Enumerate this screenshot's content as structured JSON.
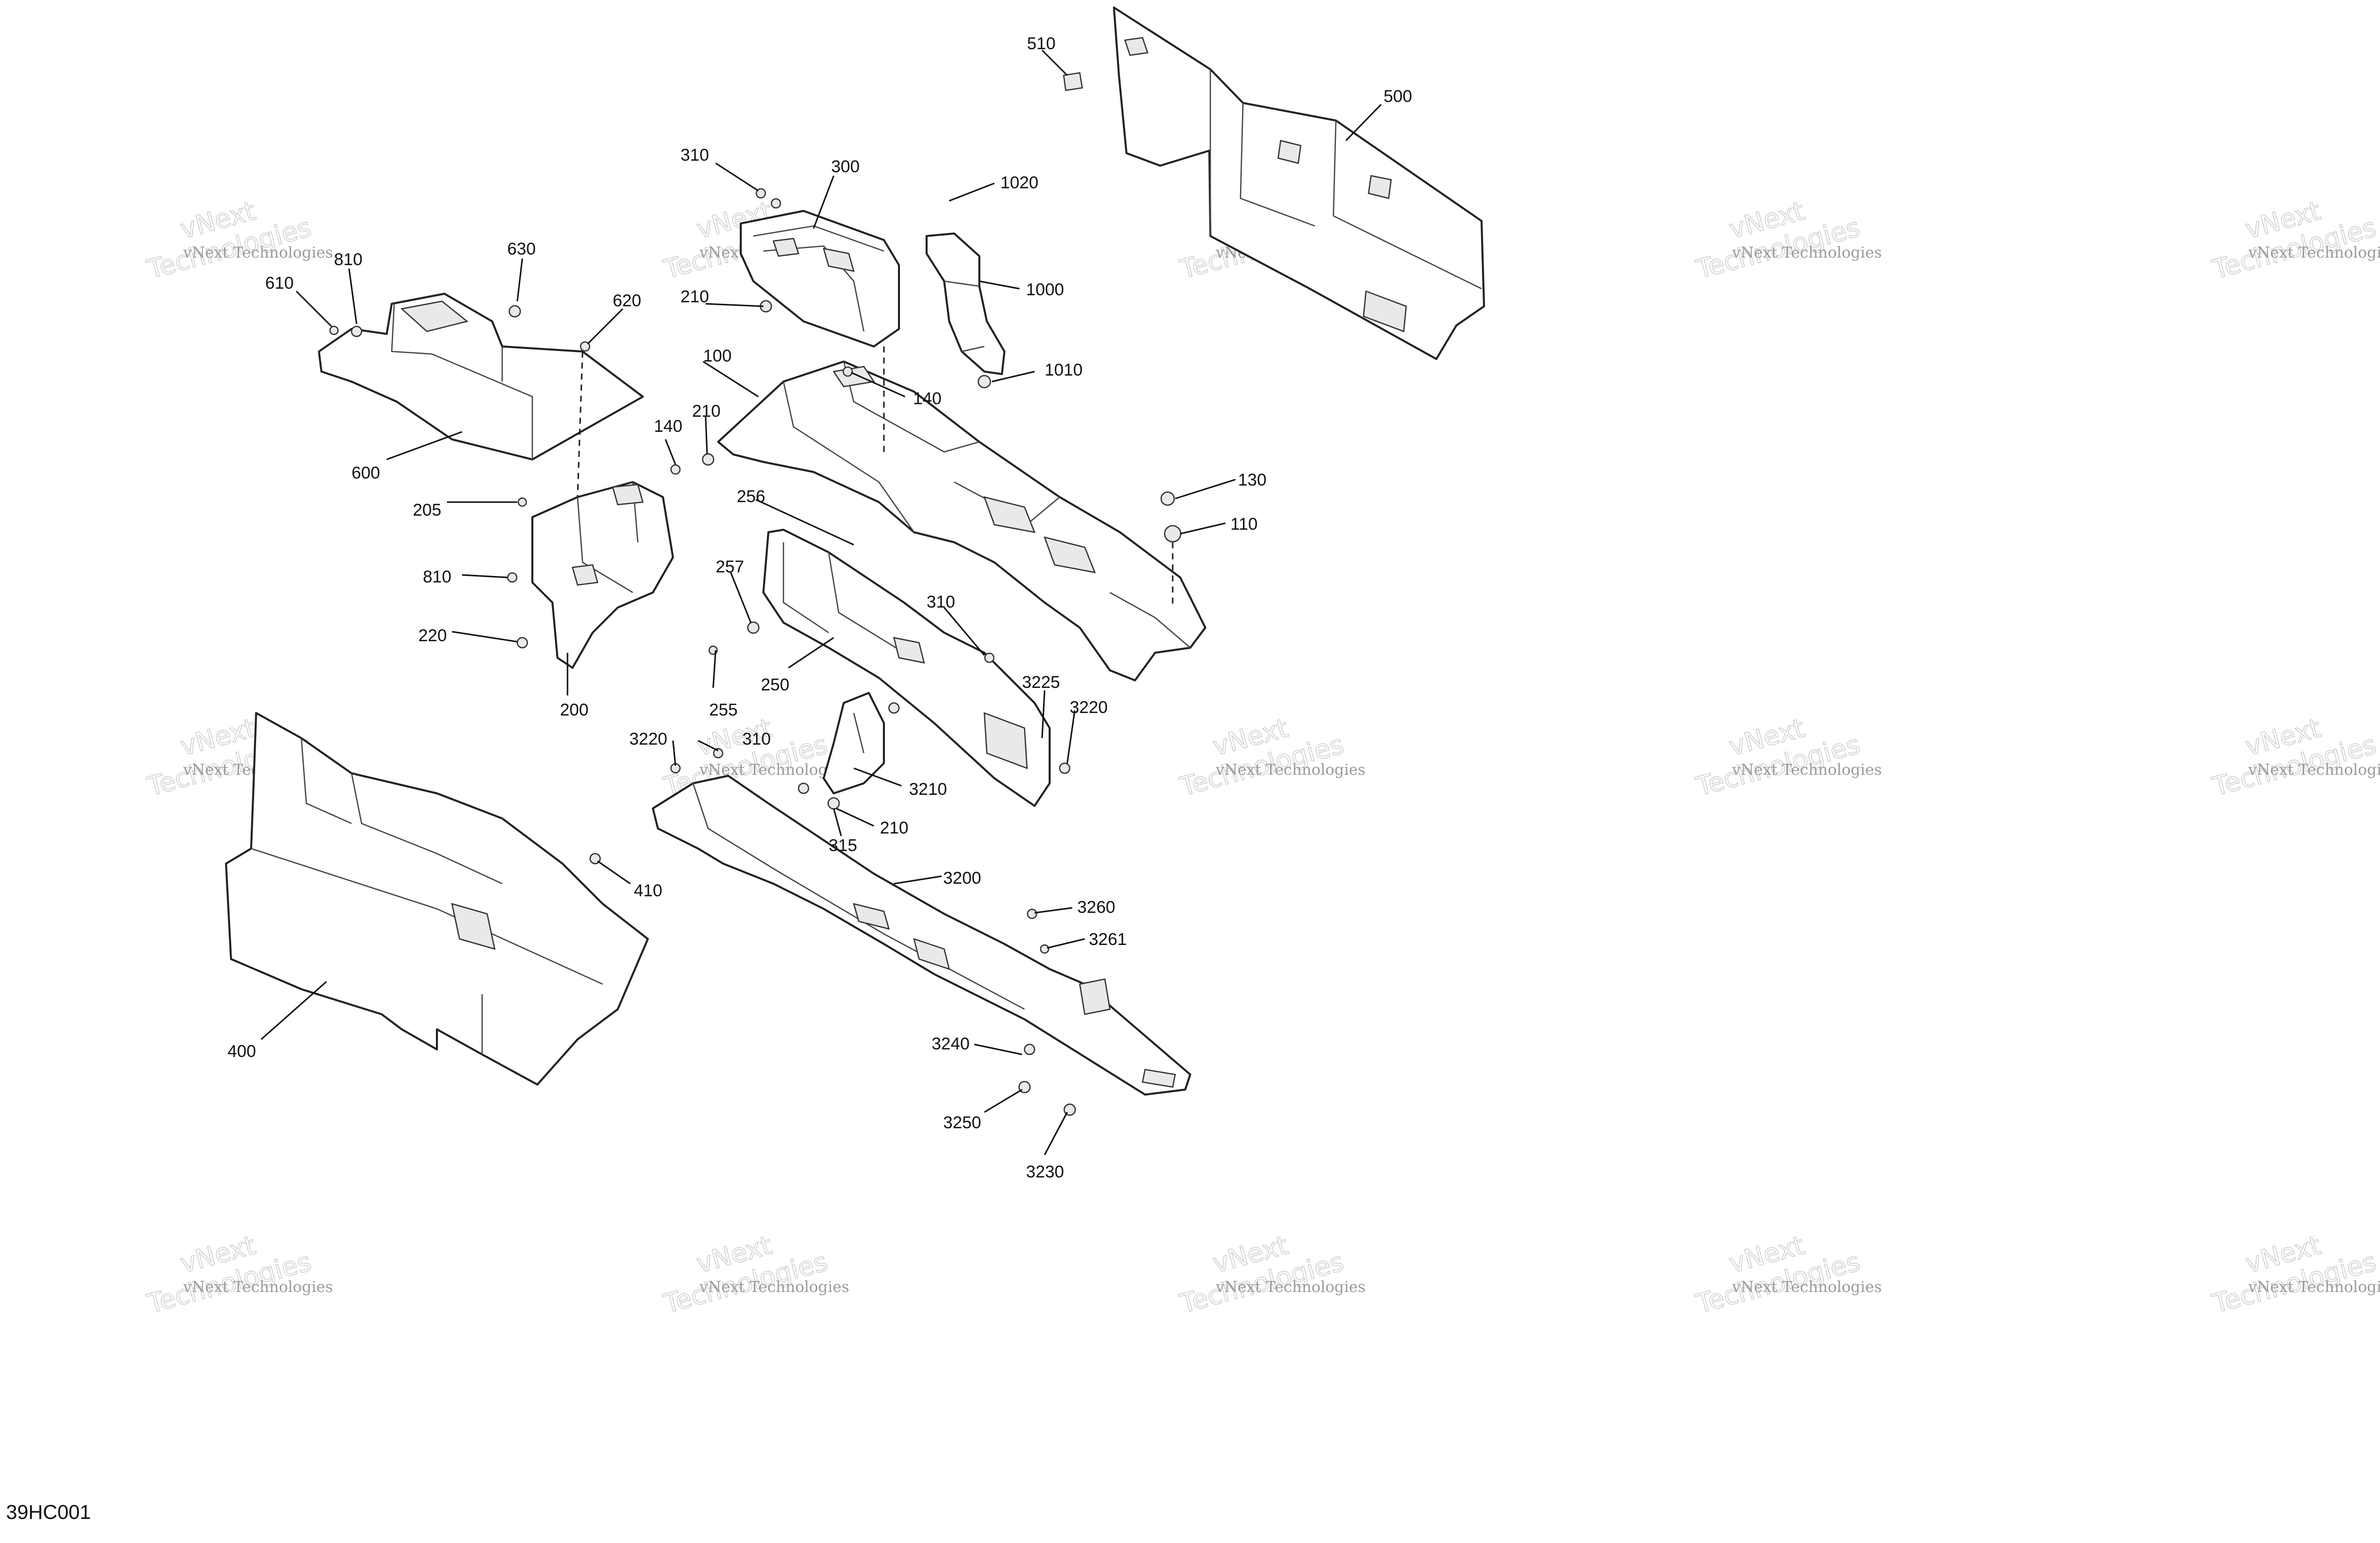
{
  "diagram_code": "39HC001",
  "watermark": {
    "brand_line1": "vNext",
    "brand_line2": "Technologies",
    "small_text": "vNext Technologies"
  },
  "callouts": [
    {
      "id": "c510",
      "label": "510"
    },
    {
      "id": "c500",
      "label": "500"
    },
    {
      "id": "c310a",
      "label": "310"
    },
    {
      "id": "c300",
      "label": "300"
    },
    {
      "id": "c1020",
      "label": "1020"
    },
    {
      "id": "c1000",
      "label": "1000"
    },
    {
      "id": "c1010",
      "label": "1010"
    },
    {
      "id": "c630",
      "label": "630"
    },
    {
      "id": "c810a",
      "label": "810"
    },
    {
      "id": "c610",
      "label": "610"
    },
    {
      "id": "c620",
      "label": "620"
    },
    {
      "id": "c210a",
      "label": "210"
    },
    {
      "id": "c140a",
      "label": "140"
    },
    {
      "id": "c100",
      "label": "100"
    },
    {
      "id": "c210b",
      "label": "210"
    },
    {
      "id": "c140b",
      "label": "140"
    },
    {
      "id": "c600",
      "label": "600"
    },
    {
      "id": "c130",
      "label": "130"
    },
    {
      "id": "c110",
      "label": "110"
    },
    {
      "id": "c256",
      "label": "256"
    },
    {
      "id": "c205",
      "label": "205"
    },
    {
      "id": "c257",
      "label": "257"
    },
    {
      "id": "c810b",
      "label": "810"
    },
    {
      "id": "c310b",
      "label": "310"
    },
    {
      "id": "c220",
      "label": "220"
    },
    {
      "id": "c250",
      "label": "250"
    },
    {
      "id": "c3225",
      "label": "3225"
    },
    {
      "id": "c3220a",
      "label": "3220"
    },
    {
      "id": "c255",
      "label": "255"
    },
    {
      "id": "c200",
      "label": "200"
    },
    {
      "id": "c3220b",
      "label": "3220"
    },
    {
      "id": "c310c",
      "label": "310"
    },
    {
      "id": "c3210",
      "label": "3210"
    },
    {
      "id": "c210c",
      "label": "210"
    },
    {
      "id": "c315",
      "label": "315"
    },
    {
      "id": "c410",
      "label": "410"
    },
    {
      "id": "c3200",
      "label": "3200"
    },
    {
      "id": "c3260",
      "label": "3260"
    },
    {
      "id": "c3261",
      "label": "3261"
    },
    {
      "id": "c400",
      "label": "400"
    },
    {
      "id": "c3240",
      "label": "3240"
    },
    {
      "id": "c3250",
      "label": "3250"
    },
    {
      "id": "c3230",
      "label": "3230"
    }
  ]
}
